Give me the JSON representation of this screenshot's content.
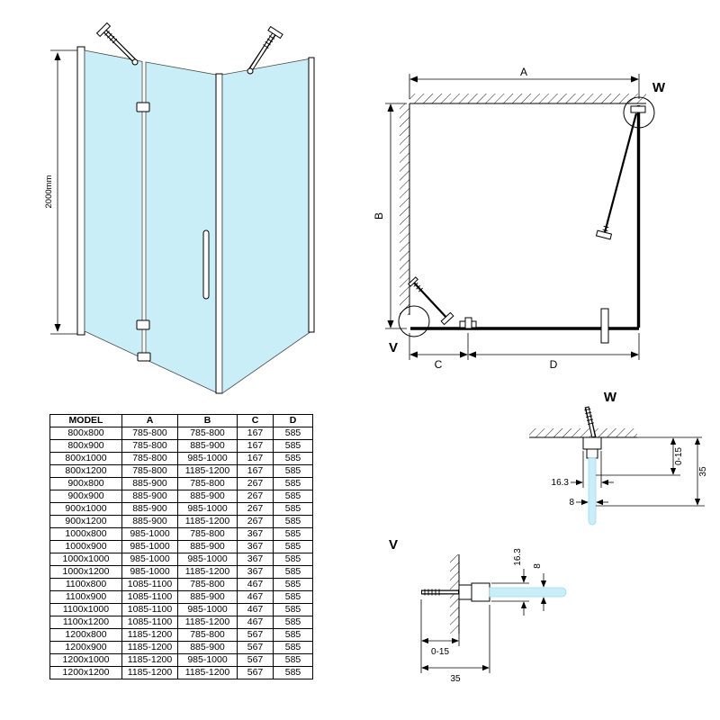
{
  "colors": {
    "glass": "#c9eef7",
    "line": "#000000"
  },
  "perspective": {
    "height_dimension": "2000mm"
  },
  "plan": {
    "dim_a": "A",
    "dim_b": "B",
    "dim_c": "C",
    "dim_d": "D",
    "callout_w": "W",
    "callout_v": "V"
  },
  "detail_w": {
    "title": "W",
    "dim_bracket": "16.3",
    "dim_glass": "8",
    "dim_adjust": "0-15",
    "dim_total": "35"
  },
  "detail_v": {
    "title": "V",
    "dim_bracket": "16.3",
    "dim_glass": "8",
    "dim_adjust": "0-15",
    "dim_total": "35"
  },
  "table": {
    "headers": [
      "MODEL",
      "A",
      "B",
      "C",
      "D"
    ],
    "rows": [
      [
        "800x800",
        "785-800",
        "785-800",
        "167",
        "585"
      ],
      [
        "800x900",
        "785-800",
        "885-900",
        "167",
        "585"
      ],
      [
        "800x1000",
        "785-800",
        "985-1000",
        "167",
        "585"
      ],
      [
        "800x1200",
        "785-800",
        "1185-1200",
        "167",
        "585"
      ],
      [
        "900x800",
        "885-900",
        "785-800",
        "267",
        "585"
      ],
      [
        "900x900",
        "885-900",
        "885-900",
        "267",
        "585"
      ],
      [
        "900x1000",
        "885-900",
        "985-1000",
        "267",
        "585"
      ],
      [
        "900x1200",
        "885-900",
        "1185-1200",
        "267",
        "585"
      ],
      [
        "1000x800",
        "985-1000",
        "785-800",
        "367",
        "585"
      ],
      [
        "1000x900",
        "985-1000",
        "885-900",
        "367",
        "585"
      ],
      [
        "1000x1000",
        "985-1000",
        "985-1000",
        "367",
        "585"
      ],
      [
        "1000x1200",
        "985-1000",
        "1185-1200",
        "367",
        "585"
      ],
      [
        "1100x800",
        "1085-1100",
        "785-800",
        "467",
        "585"
      ],
      [
        "1100x900",
        "1085-1100",
        "885-900",
        "467",
        "585"
      ],
      [
        "1100x1000",
        "1085-1100",
        "985-1000",
        "467",
        "585"
      ],
      [
        "1100x1200",
        "1085-1100",
        "1185-1200",
        "467",
        "585"
      ],
      [
        "1200x800",
        "1185-1200",
        "785-800",
        "567",
        "585"
      ],
      [
        "1200x900",
        "1185-1200",
        "885-900",
        "567",
        "585"
      ],
      [
        "1200x1000",
        "1185-1200",
        "985-1000",
        "567",
        "585"
      ],
      [
        "1200x1200",
        "1185-1200",
        "1185-1200",
        "567",
        "585"
      ]
    ]
  }
}
